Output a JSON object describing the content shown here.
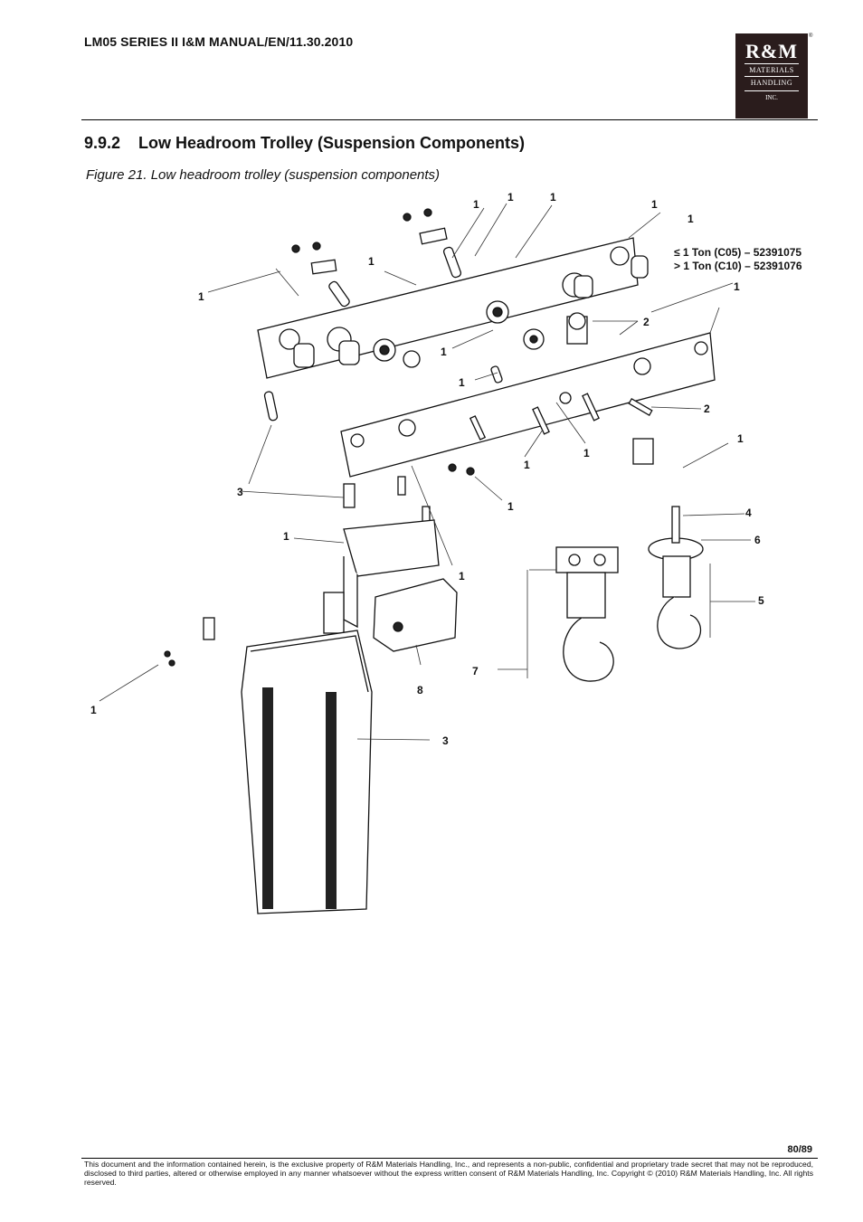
{
  "header": {
    "doc_title": "LM05 SERIES II I&M MANUAL/EN/11.30.2010",
    "logo": {
      "brand": "R&M",
      "line1": "MATERIALS",
      "line2": "HANDLING",
      "line3": "INC."
    },
    "registered_mark": "®"
  },
  "section": {
    "number": "9.9.2",
    "title": "Low Headroom Trolley (Suspension Components)"
  },
  "figure": {
    "caption": "Figure 21. Low headroom trolley (suspension components)",
    "callouts": {
      "c1": "1",
      "c2": "2",
      "c3": "3",
      "c4": "4",
      "c5": "5",
      "c6": "6",
      "c7": "7",
      "c8": "8"
    },
    "notes": {
      "small_ton": "≤ 1 Ton (C05) – 52391075",
      "large_ton": "> 1 Ton (C10) – 52391076"
    }
  },
  "footer": {
    "page": "80/89",
    "legal": "This document and the information contained herein, is the exclusive property of R&M Materials Handling, Inc., and represents a non-public, confidential and proprietary trade secret that may not be reproduced, disclosed to third parties, altered or otherwise employed in any manner whatsoever without the express written consent of R&M Materials Handling, Inc. Copyright © (2010) R&M Materials Handling, Inc.  All rights reserved."
  }
}
